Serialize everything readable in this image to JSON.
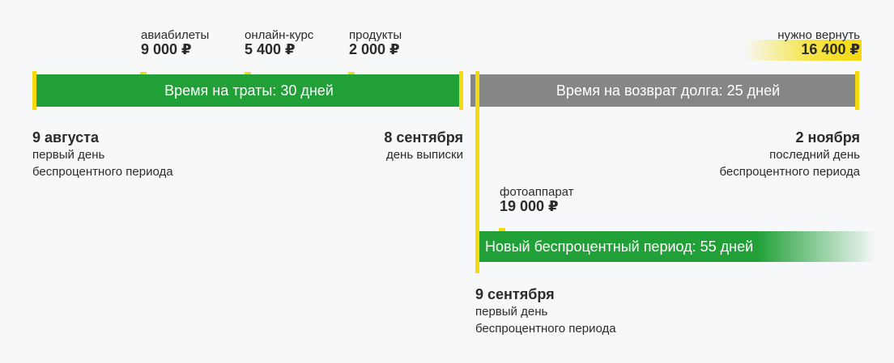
{
  "purchases": [
    {
      "name": "авиабилеты",
      "amount": "9 000 ₽"
    },
    {
      "name": "онлайн-курс",
      "amount": "5 400 ₽"
    },
    {
      "name": "продукты",
      "amount": "2 000 ₽"
    }
  ],
  "owe": {
    "label": "нужно вернуть",
    "amount": "16 400 ₽"
  },
  "bars": {
    "spending": "Время на траты: 30 дней",
    "repayment": "Время на возврат долга: 25 дней",
    "new_period": "Новый беспроцентный период: 55 дней"
  },
  "dates": {
    "start": {
      "date": "9 августа",
      "line1": "первый день",
      "line2": "беспроцентного периода"
    },
    "statement": {
      "date": "8 сентября",
      "line1": "день выписки"
    },
    "end": {
      "date": "2 ноября",
      "line1": "последний день",
      "line2": "беспроцентного периода"
    },
    "new_start": {
      "date": "9 сентября",
      "line1": "первый день",
      "line2": "беспроцентного периода"
    }
  },
  "camera": {
    "name": "фотоаппарат",
    "amount": "19 000 ₽"
  },
  "colors": {
    "green": "#21a038",
    "gray": "#868686",
    "yellow": "#f5d90a"
  }
}
